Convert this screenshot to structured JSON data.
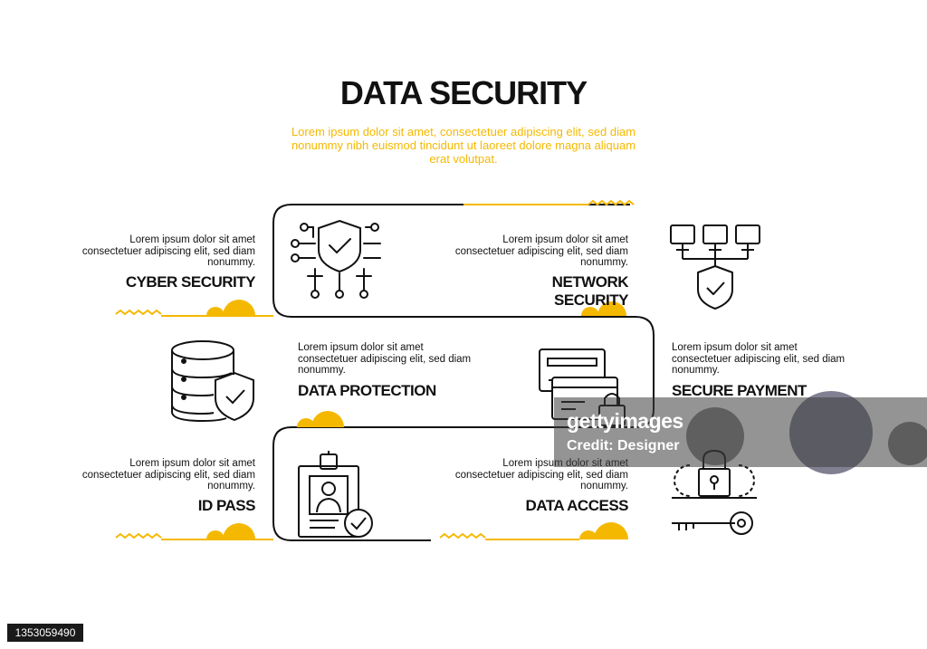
{
  "header": {
    "title": "DATA SECURITY",
    "subtitle": "Lorem ipsum dolor sit amet, consectetuer adipiscing elit, sed diam nonummy nibh euismod tincidunt ut laoreet dolore magna aliquam erat volutpat."
  },
  "items": [
    {
      "label": "CYBER SECURITY",
      "text": "Lorem ipsum dolor sit amet consectetuer adipiscing elit, sed diam nonummy.",
      "icon": "shield-circuit-icon"
    },
    {
      "label_line1": "NETWORK",
      "label_line2": "SECURITY",
      "text": "Lorem ipsum dolor sit amet consectetuer adipiscing elit, sed diam nonummy.",
      "icon": "network-shield-icon"
    },
    {
      "label": "DATA PROTECTION",
      "text": "Lorem ipsum dolor sit amet consectetuer adipiscing elit, sed diam nonummy.",
      "icon": "database-shield-icon"
    },
    {
      "label": "SECURE PAYMENT",
      "text": "Lorem ipsum dolor sit amet consectetuer adipiscing elit, sed diam nonummy.",
      "icon": "credit-card-lock-icon"
    },
    {
      "label": "ID PASS",
      "text": "Lorem ipsum dolor sit amet consectetuer adipiscing elit, sed diam nonummy.",
      "icon": "id-badge-check-icon"
    },
    {
      "label": "DATA ACCESS",
      "text": "Lorem ipsum dolor sit amet consectetuer adipiscing elit, sed diam nonummy.",
      "icon": "padlock-key-icon"
    }
  ],
  "watermark": {
    "logo": "gettyimages",
    "credit": "Credit: Designer"
  },
  "footer": {
    "image_id": "1353059490"
  },
  "colors": {
    "accent": "#f5b800",
    "ink": "#111111",
    "background": "#ffffff"
  }
}
